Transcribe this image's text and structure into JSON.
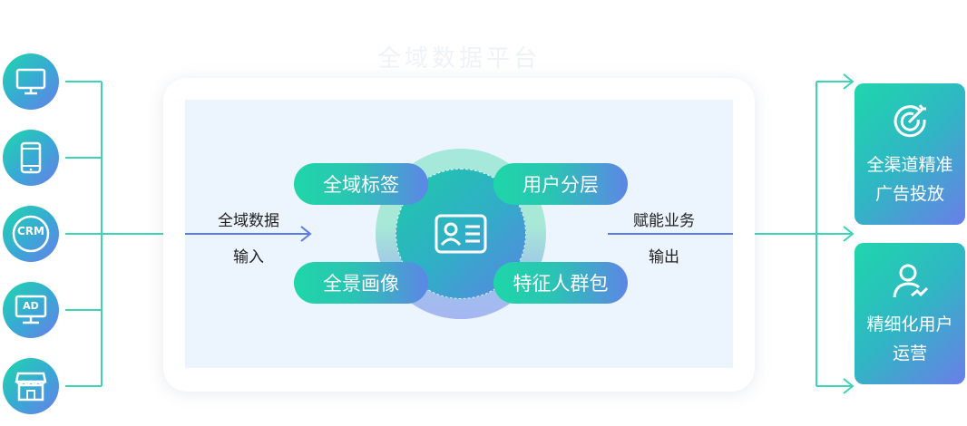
{
  "platform_title": "全域数据平台",
  "sources": [
    {
      "icon": "monitor-icon"
    },
    {
      "icon": "tablet-icon"
    },
    {
      "icon": "crm-icon",
      "label": "CRM"
    },
    {
      "icon": "ad-screen-icon",
      "label": "AD"
    },
    {
      "icon": "store-icon"
    }
  ],
  "input_label": {
    "line1": "全域数据",
    "line2": "输入"
  },
  "output_label": {
    "line1": "赋能业务",
    "line2": "输出"
  },
  "modules": {
    "top_left": "全域标签",
    "top_right": "用户分层",
    "bottom_left": "全景画像",
    "bottom_right": "特征人群包"
  },
  "center_icon": "id-card-icon",
  "outputs": [
    {
      "icon": "target-icon",
      "line1": "全渠道精准",
      "line2": "广告投放"
    },
    {
      "icon": "user-operation-icon",
      "line1": "精细化用户",
      "line2": "运营"
    }
  ],
  "colors": {
    "accent_green": "#1ed6ac",
    "accent_blue": "#6a7ee8",
    "line_teal": "#3dd3b4",
    "arrow_blue": "#5b7be0"
  }
}
